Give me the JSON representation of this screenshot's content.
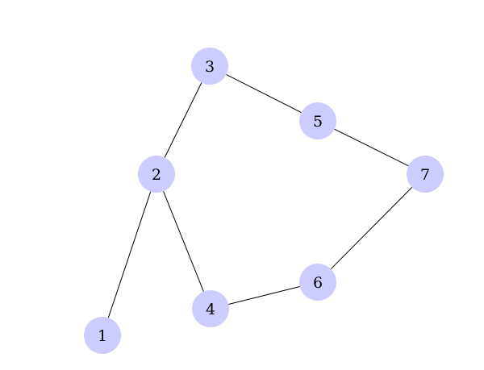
{
  "graph": {
    "node_color": "#ccccff",
    "edge_color": "#000000",
    "nodes": [
      {
        "id": "1",
        "label": "1"
      },
      {
        "id": "2",
        "label": "2"
      },
      {
        "id": "3",
        "label": "3"
      },
      {
        "id": "4",
        "label": "4"
      },
      {
        "id": "5",
        "label": "5"
      },
      {
        "id": "6",
        "label": "6"
      },
      {
        "id": "7",
        "label": "7"
      }
    ],
    "edges": [
      {
        "from": "1",
        "to": "2"
      },
      {
        "from": "2",
        "to": "3"
      },
      {
        "from": "2",
        "to": "4"
      },
      {
        "from": "3",
        "to": "5"
      },
      {
        "from": "5",
        "to": "7"
      },
      {
        "from": "7",
        "to": "6"
      },
      {
        "from": "6",
        "to": "4"
      }
    ]
  }
}
